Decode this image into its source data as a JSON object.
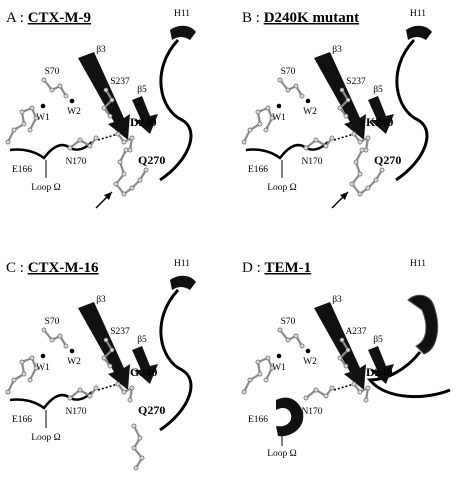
{
  "panels": [
    {
      "letter": "A",
      "name": "CTX-M-9",
      "labels": {
        "helix": "H11",
        "beta3": "β3",
        "beta5": "β5",
        "s70": "S70",
        "s237": "S237",
        "w1": "W1",
        "w2": "W2",
        "res240": "D240",
        "q270": "Q270",
        "n170": "N170",
        "e166": "E166",
        "loop": "Loop Ω"
      }
    },
    {
      "letter": "B",
      "name": "D240K mutant",
      "labels": {
        "helix": "H11",
        "beta3": "β3",
        "beta5": "β5",
        "s70": "S70",
        "s237": "S237",
        "w1": "W1",
        "w2": "W2",
        "res240": "K240",
        "q270": "Q270",
        "n170": "N170",
        "e166": "E166",
        "loop": "Loop Ω"
      }
    },
    {
      "letter": "C",
      "name": "CTX-M-16",
      "labels": {
        "helix": "H11",
        "beta3": "β3",
        "beta5": "β5",
        "s70": "S70",
        "s237": "S237",
        "w1": "W1",
        "w2": "W2",
        "res240": "G240",
        "q270": "Q270",
        "n170": "N170",
        "e166": "E166",
        "loop": "Loop Ω"
      }
    },
    {
      "letter": "D",
      "name": "TEM-1",
      "labels": {
        "helix": "H11",
        "beta3": "β3",
        "beta5": "β5",
        "s70": "S70",
        "s237": "A237",
        "w1": "W1",
        "w2": "W2",
        "res240": "D240",
        "n170": "N170",
        "e166": "E166",
        "loop": "Loop Ω"
      }
    }
  ],
  "separator": " : "
}
